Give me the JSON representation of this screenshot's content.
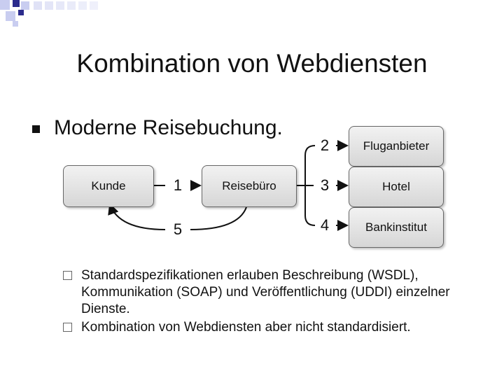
{
  "slide": {
    "title": "Kombination von Webdiensten",
    "bullet": "Moderne Reisebuchung."
  },
  "diagram": {
    "boxes": {
      "kunde": "Kunde",
      "reisebuero": "Reisebüro",
      "fluganbieter": "Fluganbieter",
      "hotel": "Hotel",
      "bankinstitut": "Bankinstitut"
    },
    "steps": [
      "1",
      "2",
      "3",
      "4",
      "5"
    ]
  },
  "sub_bullets": [
    "Standardspezifikationen erlauben Beschreibung (WSDL), Kommunikation (SOAP) und Veröffentlichung (UDDI) einzelner Dienste.",
    "Kombination von Webdiensten aber nicht standardisiert."
  ],
  "colors": {
    "deco_dark": "#2b2b8c",
    "deco_light": "#c9cdf0",
    "box_border": "#666666"
  }
}
